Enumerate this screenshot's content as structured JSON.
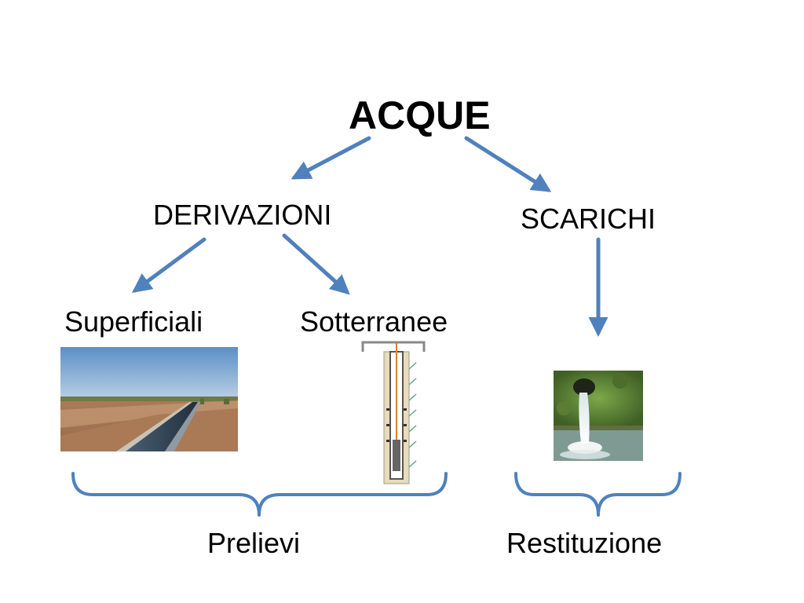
{
  "diagram": {
    "root": {
      "label": "ACQUE"
    },
    "branches": {
      "derivazioni": {
        "label": "DERIVAZIONI"
      },
      "scarichi": {
        "label": "SCARICHI"
      }
    },
    "leaves": {
      "superficiali": {
        "label": "Superficiali"
      },
      "sotterranee": {
        "label": "Sotterranee"
      }
    },
    "groups": {
      "prelievi": {
        "label": "Prelievi"
      },
      "restituzione": {
        "label": "Restituzione"
      }
    },
    "colors": {
      "arrow": "#4f81bd",
      "brace": "#4f81bd",
      "text": "#000000"
    },
    "images": {
      "superficiali": "irrigation-canal-photo",
      "sotterranee": "well-cross-section-drawing",
      "restituzione": "water-outfall-photo"
    }
  }
}
